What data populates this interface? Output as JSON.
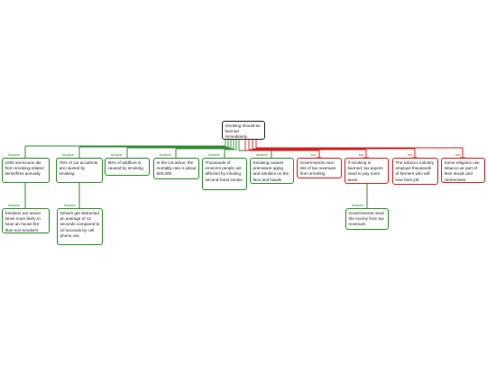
{
  "colors": {
    "pro": "#2e8b2e",
    "con": "#d42020",
    "root_border": "#222222"
  },
  "root": {
    "text": "Smoking should be banned immediately"
  },
  "pro_tag": "because",
  "con_tag": "but",
  "sub_tag": "because",
  "arguments": [
    {
      "text": "1000 americans die from smoking-related items/fires annually"
    },
    {
      "text": "75% of car accidents are caused by smoking"
    },
    {
      "text": "90% of wildfires is caused by smoking"
    },
    {
      "text": "In the US alone, the mortality rate is about 500,000."
    },
    {
      "text": "Thousands of innocent people are affected by inhaling second-hand smoke"
    },
    {
      "text": "Smoking causes premature aging and wrinkles on the face and hands"
    }
  ],
  "objections": [
    {
      "text": "Governments earn lots of tax revenues from smoking."
    },
    {
      "text": "If smoking is banned, tax payers need to pay more taxes"
    },
    {
      "text": "The tobacco industry employs thousands of farmers who will lose their job"
    },
    {
      "text": "Some religions use tobacco as part of their rituals and ceremonies"
    }
  ],
  "supports": [
    {
      "text": "Smokers are seven times more likely to have an house fire than non-smokers"
    },
    {
      "text": "Drivers get distracted an average of 12 seconds compared to 10 seconds by cell phone use"
    },
    {
      "text": "Governments need the money from tax revenues"
    }
  ]
}
